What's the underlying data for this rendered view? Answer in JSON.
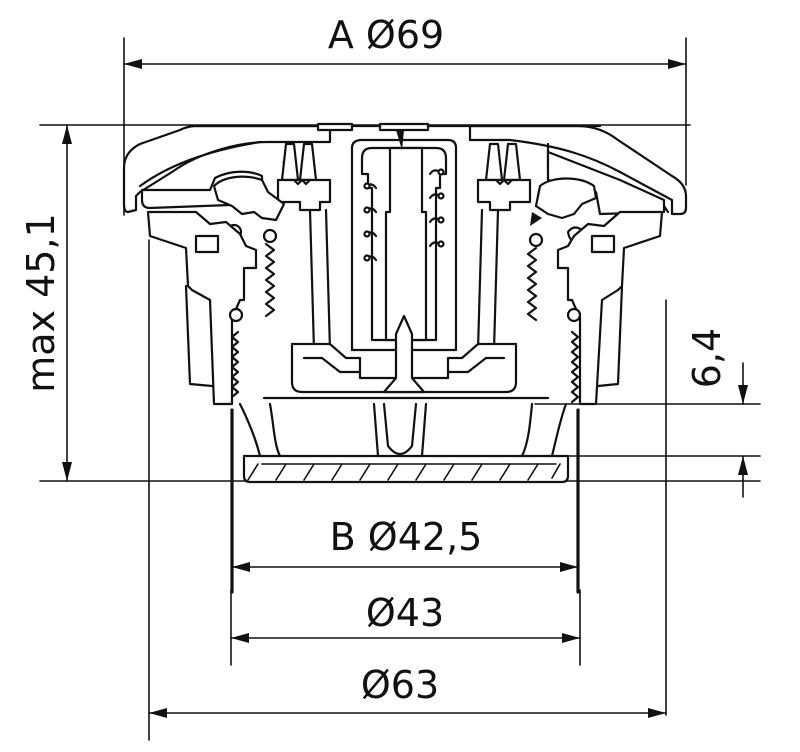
{
  "drawing": {
    "type": "technical cross-section drawing",
    "subject": "cap assembly cross-section",
    "line_color": "#111111",
    "background": "#ffffff"
  },
  "dimensions": {
    "top_width": {
      "label": "A Ø69",
      "value": 69,
      "prefix": "A",
      "symbol": "Ø"
    },
    "height": {
      "label": "max 45,1",
      "value": 45.1,
      "qualifier": "max"
    },
    "step_height": {
      "label": "6,4",
      "value": 6.4
    },
    "b_diameter": {
      "label": "B Ø42,5",
      "value": 42.5,
      "prefix": "B",
      "symbol": "Ø"
    },
    "inner_diameter": {
      "label": "Ø43",
      "value": 43,
      "symbol": "Ø"
    },
    "base_diameter": {
      "label": "Ø63",
      "value": 63,
      "symbol": "Ø"
    }
  }
}
